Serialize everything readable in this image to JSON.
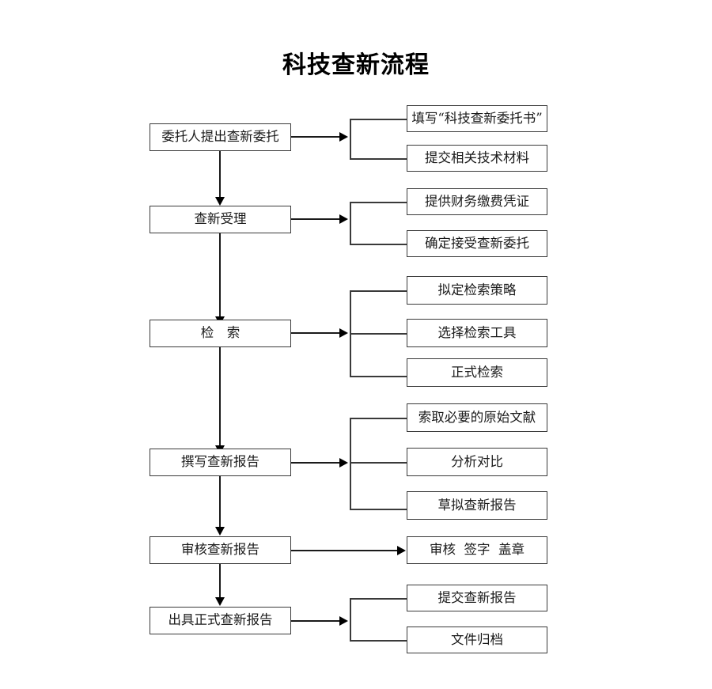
{
  "title": "科技查新流程",
  "flow": {
    "stages": [
      {
        "id": "stage-1",
        "label": "委托人提出查新委托",
        "substeps": [
          {
            "label": "填写“科技查新委托书”"
          },
          {
            "label": "提交相关技术材料"
          }
        ]
      },
      {
        "id": "stage-2",
        "label": "查新受理",
        "substeps": [
          {
            "label": "提供财务缴费凭证"
          },
          {
            "label": "确定接受查新委托"
          }
        ]
      },
      {
        "id": "stage-3",
        "label": "检　索",
        "substeps": [
          {
            "label": "拟定检索策略"
          },
          {
            "label": "选择检索工具"
          },
          {
            "label": "正式检索"
          }
        ]
      },
      {
        "id": "stage-4",
        "label": "撰写查新报告",
        "substeps": [
          {
            "label": "索取必要的原始文献"
          },
          {
            "label": "分析对比"
          },
          {
            "label": "草拟查新报告"
          }
        ]
      },
      {
        "id": "stage-5",
        "label": "审核查新报告",
        "substeps": [
          {
            "label": "审核  签字  盖章"
          }
        ]
      },
      {
        "id": "stage-6",
        "label": "出具正式查新报告",
        "substeps": [
          {
            "label": "提交查新报告"
          },
          {
            "label": "文件归档"
          }
        ]
      }
    ]
  },
  "colors": {
    "background": "#ffffff",
    "box_border": "#3a3a3a",
    "connector": "#1a1a1a",
    "text": "#1a1a1a",
    "title": "#000000"
  }
}
